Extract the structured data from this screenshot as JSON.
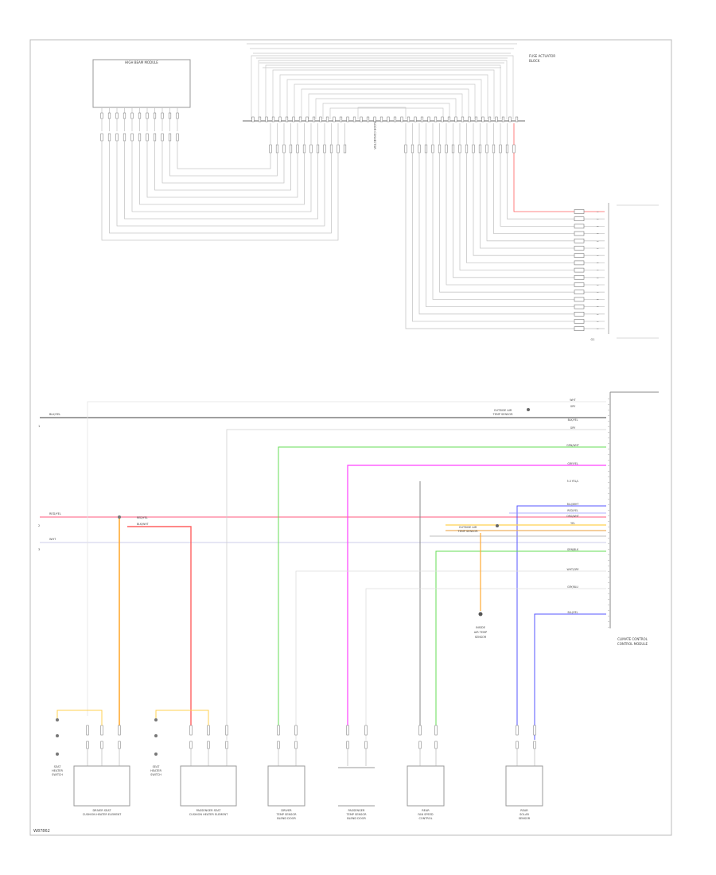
{
  "diagram": {
    "footer_code": "W87862",
    "colors": {
      "frame": "#bbbbbb",
      "wire_gray": "#c8c8c8",
      "wire_dark": "#666666",
      "wire_red": "#ff6060",
      "wire_pink": "#ff90a8",
      "wire_green": "#66dd55",
      "wire_magenta": "#ff40ff",
      "wire_orange": "#ffaa33",
      "wire_yellow": "#ffd050",
      "wire_blue": "#5555ff",
      "wire_light": "#e2e2e2"
    },
    "top_left_box_title": "HIGH BEAM MODULE",
    "top_connector_label": "FLOOR CONNECTOR",
    "top_right_label": [
      "FUSE ACTUATOR",
      "BLOCK"
    ],
    "mid_right_label": [
      "CLIMATE CONTROL",
      "CONTROL MODULE"
    ],
    "ground_label": "G1",
    "bottom_components": [
      {
        "id": "drv-seat-heater",
        "label": [
          "DRIVER SEAT",
          "CUSHION HEATER ELEMENT"
        ],
        "side": [
          "SEAT",
          "HEATER",
          "SWITCH"
        ]
      },
      {
        "id": "pass-seat-heater",
        "label": [
          "PASSENGER SEAT",
          "CUSHION HEATER ELEMENT"
        ],
        "side": [
          "SEAT",
          "HEATER",
          "SWITCH"
        ]
      },
      {
        "id": "drv-temp-sensor",
        "label": [
          "DRIVER",
          "TEMP SENSOR",
          "BLEND DOOR"
        ],
        "side": []
      },
      {
        "id": "pass-temp-sensor",
        "label": [
          "PASSENGER",
          "TEMP SENSOR",
          "BLEND DOOR"
        ],
        "side": []
      },
      {
        "id": "rear-fan",
        "label": [
          "REAR",
          "FAN SPEED",
          "CONTROL"
        ],
        "side": []
      },
      {
        "id": "rear-sensor",
        "label": [
          "REAR",
          "SOLAR",
          "SENSOR"
        ],
        "side": []
      }
    ],
    "connector_note_top": [
      "OUTSIDE AIR",
      "TEMP SENSOR"
    ],
    "connector_note_mid": [
      "OUTSIDE AIR",
      "TEMP SENSOR"
    ],
    "sensor_note": [
      "INSIDE",
      "AIR TEMP",
      "SENSOR"
    ],
    "left_wire_labels": [
      "BLK/YEL",
      "RED/YEL",
      "WHT"
    ],
    "right_wire_labels": [
      "WHT",
      "GRY",
      "BLK/YEL",
      "GRY",
      "GRN/WHT",
      "GRY/YEL",
      "WHT/BLU",
      "BLU/WHT",
      "RED/YEL",
      "ORG/WHT",
      "YEL",
      "GRN/BLK",
      "WHT/GRY",
      "GRY/BLU",
      "BLU/YEL"
    ],
    "mid_pin_labels": [
      "RED/YEL",
      "BLK/WHT"
    ]
  }
}
